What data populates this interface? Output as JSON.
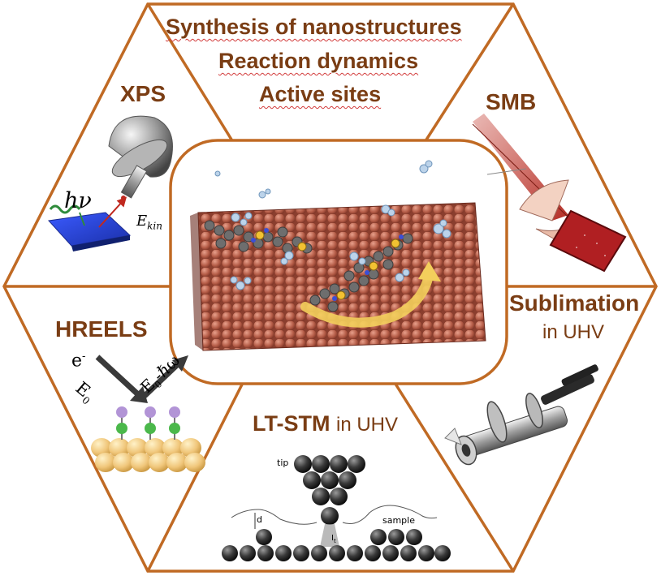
{
  "topics": {
    "line1": "Synthesis of nanostructures",
    "line2": "Reaction dynamics",
    "line3": "Active sites"
  },
  "sections": {
    "xps": {
      "label": "XPS",
      "photon": "hν",
      "ekin": "E",
      "ekin_sub": "kin"
    },
    "smb": {
      "label": "SMB"
    },
    "sublimation": {
      "label": "Sublimation",
      "sublabel": "in UHV"
    },
    "ltstm": {
      "label": "LT-STM",
      "sublabel": "in UHV",
      "tip": "tip",
      "sample": "sample",
      "d": "d",
      "it": "I",
      "it_sub": "t"
    },
    "hreels": {
      "label": "HREELS",
      "e": "e",
      "e_sup": "-",
      "e0": "E",
      "e0_sub": "0",
      "eloss_a": "E",
      "eloss_sub": "0",
      "eloss_b": "-ℏω"
    }
  },
  "colors": {
    "border": "#c06a24",
    "title": "#7a3d14",
    "surface": "#b85f4a",
    "molecule": "#6f6f6f",
    "arrow": "#f3cf5c"
  }
}
